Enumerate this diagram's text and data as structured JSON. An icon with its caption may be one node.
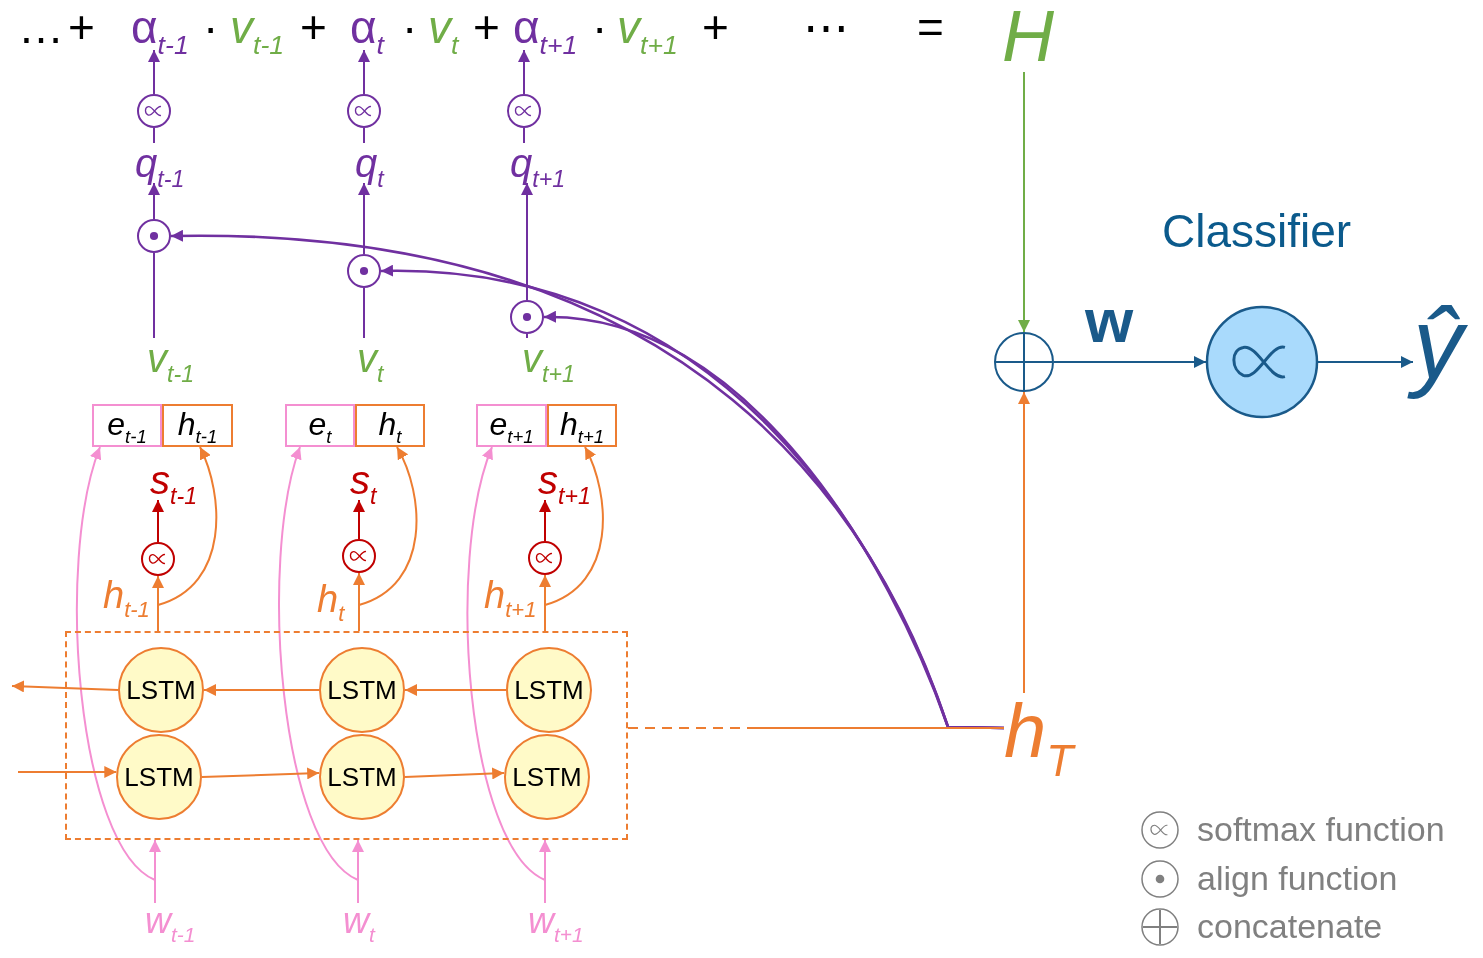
{
  "diagram": {
    "nodes": [
      {
        "text": [
          "α$_{t-1}$"
        ]
      },
      {
        "text": [
          "α$_{t}$"
        ]
      },
      {
        "text": [
          "α$_{t+1}$"
        ]
      },
      {
        "text": [
          "H"
        ]
      },
      {
        "text": [],
        "shape": "circle"
      },
      {
        "text": [],
        "shape": "circle"
      },
      {
        "text": [],
        "shape": "circle"
      },
      {
        "text": [
          "q$_{t-1}$"
        ]
      },
      {
        "text": [
          "q$_{t}$"
        ]
      },
      {
        "text": [
          "q$_{t+1}$"
        ]
      },
      {
        "text": [],
        "shape": "circle"
      },
      {
        "text": [],
        "shape": "circle"
      },
      {
        "text": [],
        "shape": "circle"
      },
      {
        "text": [
          "v$_{t-1}$"
        ]
      },
      {
        "text": [
          "v$_{t}$"
        ]
      },
      {
        "text": [
          "v$_{t+1}$"
        ]
      },
      {
        "text": [
          "e$_{t-1}$"
        ]
      },
      {
        "text": [
          "h$_{t-1}$"
        ]
      },
      {
        "text": [
          "e$_{t}$"
        ]
      },
      {
        "text": [
          "h$_{t}$"
        ]
      },
      {
        "text": [
          "e$_{t+1}$"
        ]
      },
      {
        "text": [
          "h$_{t+1}$"
        ]
      },
      {
        "text": [
          "s$_{t-1}$"
        ]
      },
      {
        "text": [
          "s$_{t}$"
        ]
      },
      {
        "text": [
          "s$_{t+1}$"
        ]
      },
      {
        "text": [],
        "shape": "circle"
      },
      {
        "text": [],
        "shape": "circle"
      },
      {
        "text": [],
        "shape": "circle"
      },
      {
        "text": [],
        "shape": "box"
      },
      {
        "text": [
          "LSTM"
        ],
        "in": 28
      },
      {
        "text": [
          "LSTM"
        ],
        "in": 28
      },
      {
        "text": [
          "LSTM"
        ],
        "in": 28
      },
      {
        "text": [
          "LSTM"
        ],
        "in": 28
      },
      {
        "text": [
          "LSTM"
        ],
        "in": 28
      },
      {
        "text": [
          "LSTM"
        ],
        "in": 28
      },
      {
        "text": [
          "h$_{T}$"
        ]
      },
      {
        "text": [],
        "shape": "circle"
      },
      {
        "text": [],
        "shape": "circle"
      },
      {
        "text": [
          "ŷ"
        ]
      },
      {
        "text": [
          "w$_{t-1}$"
        ]
      },
      {
        "text": [
          "w$_{t}$"
        ]
      },
      {
        "text": [
          "w$_{t+1}$"
        ]
      }
    ],
    "edges": [
      {
        "from": 4,
        "to": 0,
        "arrow": "to"
      },
      {
        "from": 5,
        "to": 1,
        "arrow": "to"
      },
      {
        "from": 6,
        "to": 2,
        "arrow": "to"
      },
      {
        "from": 7,
        "to": 4,
        "arrow": "none"
      },
      {
        "from": 8,
        "to": 5,
        "arrow": "none"
      },
      {
        "from": 9,
        "to": 6,
        "arrow": "none"
      },
      {
        "from": 10,
        "to": 7,
        "arrow": "to"
      },
      {
        "from": 11,
        "to": 8,
        "arrow": "to"
      },
      {
        "from": 12,
        "to": 9,
        "arrow": "to"
      },
      {
        "from": 13,
        "to": 10,
        "arrow": "none"
      },
      {
        "from": 14,
        "to": 11,
        "arrow": "none"
      },
      {
        "from": 15,
        "to": 12,
        "arrow": "none"
      },
      {
        "from": 35,
        "to": 10,
        "arrow": "to"
      },
      {
        "from": 35,
        "to": 11,
        "arrow": "to"
      },
      {
        "from": 35,
        "to": 12,
        "arrow": "to"
      },
      {
        "from": 25,
        "to": 22,
        "arrow": "to",
        "color": "#c00000"
      },
      {
        "from": 26,
        "to": 23,
        "arrow": "to",
        "color": "#c00000"
      },
      {
        "from": 27,
        "to": 24,
        "arrow": "to",
        "color": "#c00000"
      },
      {
        "from": 28,
        "to": 25,
        "arrow": "to",
        "color": "#ed7d31"
      },
      {
        "from": 28,
        "to": 26,
        "arrow": "to",
        "color": "#ed7d31"
      },
      {
        "from": 28,
        "to": 27,
        "arrow": "to",
        "color": "#ed7d31"
      },
      {
        "from": 28,
        "to": 17,
        "arrow": "to",
        "color": "#ed7d31"
      },
      {
        "from": 28,
        "to": 19,
        "arrow": "to",
        "color": "#ed7d31"
      },
      {
        "from": 28,
        "to": 21,
        "arrow": "to",
        "color": "#ed7d31"
      },
      {
        "from": 39,
        "to": 16,
        "arrow": "to",
        "color": "#f48fd1"
      },
      {
        "from": 40,
        "to": 18,
        "arrow": "to",
        "color": "#f48fd1"
      },
      {
        "from": 41,
        "to": 20,
        "arrow": "to",
        "color": "#f48fd1"
      },
      {
        "from": 39,
        "to": 28,
        "arrow": "to",
        "color": "#f48fd1"
      },
      {
        "from": 40,
        "to": 28,
        "arrow": "to",
        "color": "#f48fd1"
      },
      {
        "from": 41,
        "to": 28,
        "arrow": "to",
        "color": "#f48fd1"
      },
      {
        "from": 31,
        "to": 30,
        "arrow": "to",
        "color": "#ed7d31"
      },
      {
        "from": 30,
        "to": 29,
        "arrow": "to",
        "color": "#ed7d31"
      },
      {
        "from": 29,
        "to": null,
        "arrow": "to",
        "color": "#ed7d31"
      },
      {
        "from": null,
        "to": 32,
        "arrow": "to",
        "color": "#ed7d31"
      },
      {
        "from": 32,
        "to": 33,
        "arrow": "to",
        "color": "#ed7d31"
      },
      {
        "from": 33,
        "to": 34,
        "arrow": "to",
        "color": "#ed7d31"
      },
      {
        "from": 28,
        "to": 35,
        "arrow": "none",
        "style": "dashed",
        "color": "#ed7d31"
      },
      {
        "from": 3,
        "to": 36,
        "arrow": "to",
        "color": "#70ad47"
      },
      {
        "from": 35,
        "to": 36,
        "arrow": "to",
        "color": "#ed7d31"
      },
      {
        "from": 36,
        "to": 37,
        "arrow": "to",
        "label": "w",
        "color": "#1a5a8a"
      },
      {
        "from": 37,
        "to": 38,
        "arrow": "to",
        "color": "#1a5a8a"
      }
    ],
    "labels": [
      "…",
      "+",
      "·",
      "v$_{t-1}$",
      "+",
      "·",
      "v$_{t}$",
      "+",
      "·",
      "v$_{t+1}$",
      "+",
      "⋯",
      "=",
      "h$_{t-1}$",
      "h$_{t}$",
      "h$_{t+1}$",
      "Classifier"
    ],
    "legend": [
      {
        "text": "softmax function"
      },
      {
        "text": "align function"
      },
      {
        "text": "concatenate"
      }
    ]
  }
}
